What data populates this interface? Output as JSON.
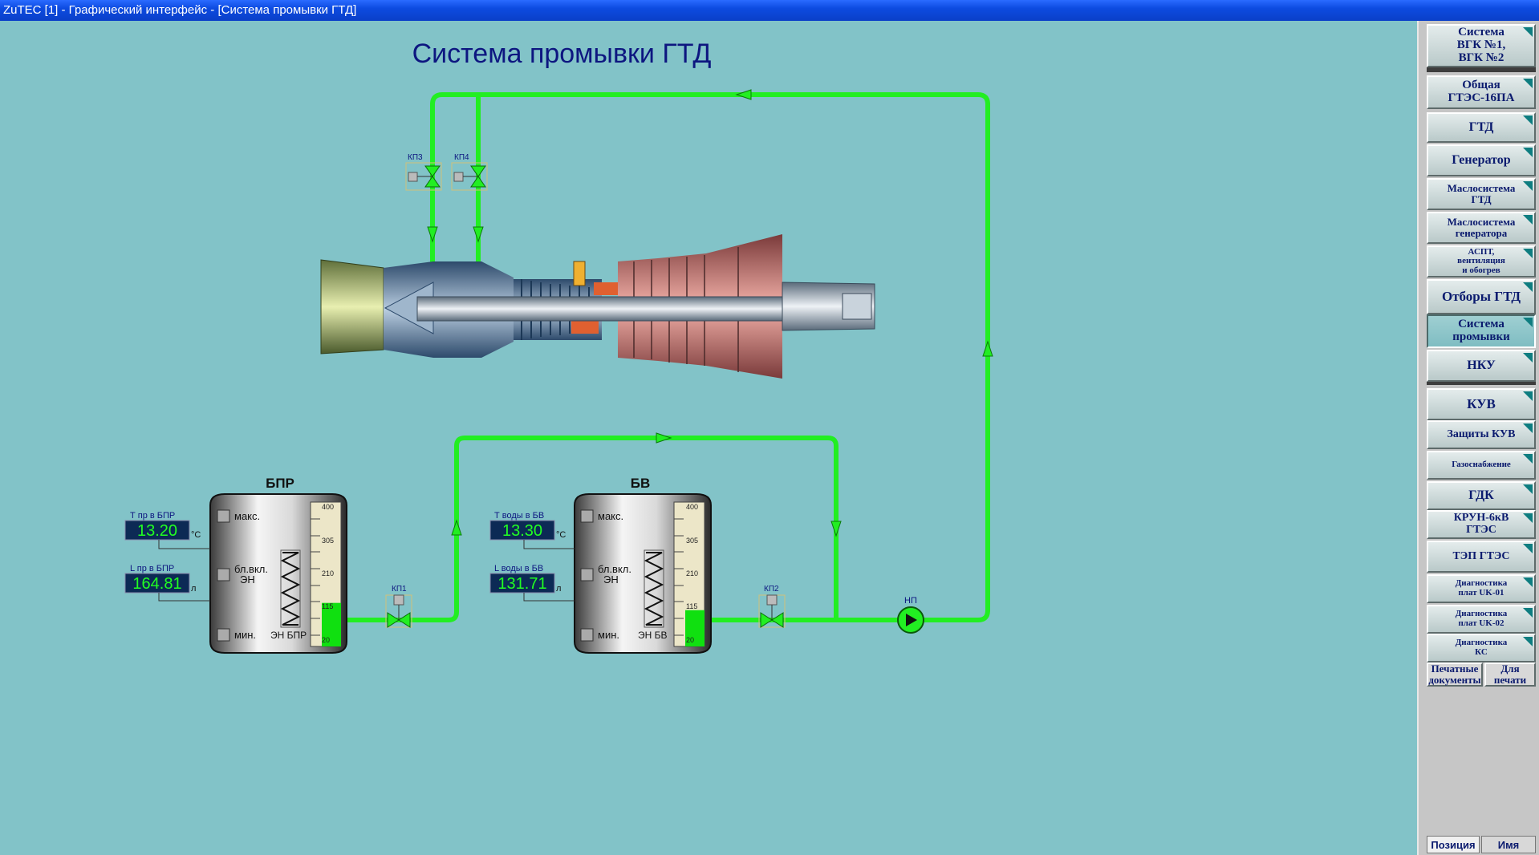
{
  "window": {
    "title": "ZuTEC [1] - Графический интерфейс - [Система промывки ГТД]"
  },
  "page": {
    "title": "Система промывки ГТД"
  },
  "valves": {
    "kp1": "КП1",
    "kp2": "КП2",
    "kp3": "КП3",
    "kp4": "КП4"
  },
  "pump": {
    "label": "НП"
  },
  "tank_bpr": {
    "title": "БПР",
    "max_label": "макс.",
    "block_label": "бл.вкл.\nЭН",
    "min_label": "мин.",
    "heater_label": "ЭН БПР",
    "scale": [
      "400",
      "305",
      "210",
      "115",
      "20"
    ],
    "level_value": 140,
    "level_range": [
      20,
      400
    ],
    "temp_label": "Т пр в БПР",
    "temp_value": "13.20",
    "temp_unit": "°С",
    "level_label": "L пр в БПР",
    "level_text": "164.81",
    "level_unit": "л"
  },
  "tank_bv": {
    "title": "БВ",
    "max_label": "макс.",
    "block_label": "бл.вкл.\nЭН",
    "min_label": "мин.",
    "heater_label": "ЭН БВ",
    "scale": [
      "400",
      "305",
      "210",
      "115",
      "20"
    ],
    "level_value": 120,
    "level_range": [
      20,
      400
    ],
    "temp_label": "Т воды в БВ",
    "temp_value": "13.30",
    "temp_unit": "°С",
    "level_label": "L воды в БВ",
    "level_text": "131.71",
    "level_unit": "л"
  },
  "nav": [
    {
      "label": "Система\nВГК №1,\nВГК №2",
      "icon": "corner-triangle"
    },
    {
      "label": "Общая\nГТЭС-16ПА",
      "icon": "corner-triangle"
    },
    {
      "label": "ГТД",
      "icon": "corner-triangle"
    },
    {
      "label": "Генератор",
      "icon": "corner-triangle"
    },
    {
      "label": "Маслосистема\nГТД",
      "icon": "corner-triangle"
    },
    {
      "label": "Маслосистема\nгенератора",
      "icon": "corner-triangle"
    },
    {
      "label": "АСПТ,\nвентиляция\nи обогрев",
      "icon": "corner-triangle"
    },
    {
      "label": "Отборы ГТД",
      "icon": "corner-triangle"
    },
    {
      "label": "Система\nпромывки",
      "icon": "corner-triangle",
      "active": true
    },
    {
      "label": "НКУ",
      "icon": "corner-triangle"
    },
    {
      "label": "КУВ",
      "icon": "corner-triangle"
    },
    {
      "label": "Защиты КУВ",
      "icon": "corner-triangle"
    },
    {
      "label": "Газоснабжение",
      "icon": "corner-triangle"
    },
    {
      "label": "ГДК",
      "icon": "corner-triangle"
    },
    {
      "label": "КРУН-6кВ\nГТЭС",
      "icon": "corner-triangle"
    },
    {
      "label": "ТЭП ГТЭС",
      "icon": "corner-triangle"
    },
    {
      "label": "Диагностика\nплат UK-01",
      "icon": "corner-triangle"
    },
    {
      "label": "Диагностика\nплат UK-02",
      "icon": "corner-triangle"
    },
    {
      "label": "Диагностика\nКС",
      "icon": "corner-triangle"
    }
  ],
  "footer": {
    "print_docs": "Печатные\nдокументы",
    "for_print": "Для\nпечати",
    "tab_position": "Позиция",
    "tab_name": "Имя"
  },
  "colors": {
    "pipe": "#22ee22",
    "background": "#82c3c8",
    "title": "#0d1680",
    "digital_bg": "#0c2a55",
    "digital_text": "#22ff22"
  }
}
